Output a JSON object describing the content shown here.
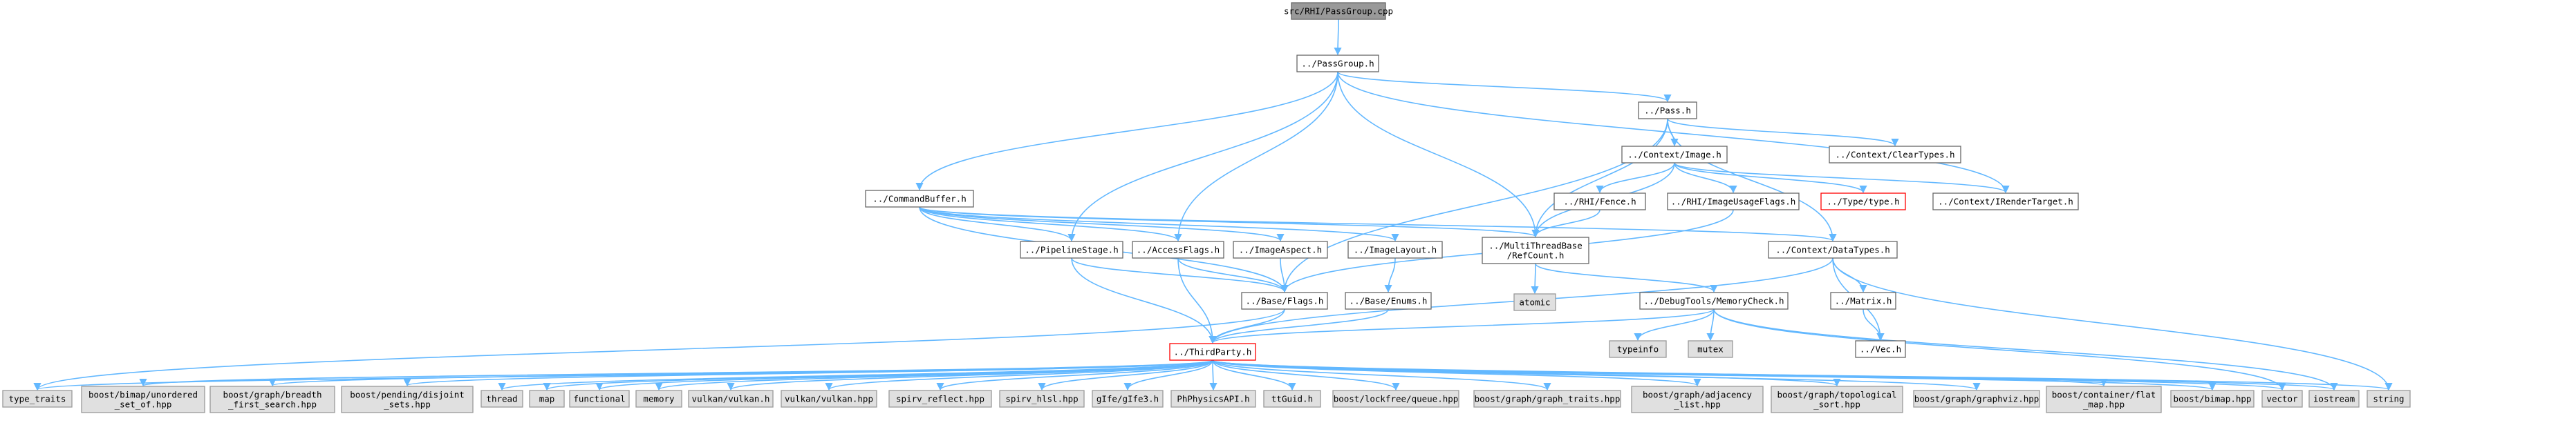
{
  "colors": {
    "background": "#ffffff",
    "edge": "#63b8ff",
    "node_fill": "#ffffff",
    "node_stroke": "#666666",
    "root_fill": "#999999",
    "root_stroke": "#666666",
    "system_fill": "#e0e0e0",
    "system_stroke": "#999999",
    "missing_stroke": "#ff0000"
  },
  "nodes": [
    {
      "id": "root",
      "lines": [
        "src/RHI/PassGroup.cpp"
      ],
      "kind": "root"
    },
    {
      "id": "passgroup",
      "lines": [
        "../PassGroup.h"
      ],
      "kind": "normal"
    },
    {
      "id": "pass",
      "lines": [
        "../Pass.h"
      ],
      "kind": "normal"
    },
    {
      "id": "ctximage",
      "lines": [
        "../Context/Image.h"
      ],
      "kind": "normal"
    },
    {
      "id": "cleartypes",
      "lines": [
        "../Context/ClearTypes.h"
      ],
      "kind": "normal"
    },
    {
      "id": "irender",
      "lines": [
        "../Context/IRenderTarget.h"
      ],
      "kind": "normal"
    },
    {
      "id": "cmdbuf",
      "lines": [
        "../CommandBuffer.h"
      ],
      "kind": "normal"
    },
    {
      "id": "fence",
      "lines": [
        "../RHI/Fence.h"
      ],
      "kind": "normal"
    },
    {
      "id": "usage",
      "lines": [
        "../RHI/ImageUsageFlags.h"
      ],
      "kind": "normal"
    },
    {
      "id": "typeh",
      "lines": [
        "../Type/type.h"
      ],
      "kind": "missing"
    },
    {
      "id": "pipeline",
      "lines": [
        "../PipelineStage.h"
      ],
      "kind": "normal"
    },
    {
      "id": "access",
      "lines": [
        "../AccessFlags.h"
      ],
      "kind": "normal"
    },
    {
      "id": "aspect",
      "lines": [
        "../ImageAspect.h"
      ],
      "kind": "normal"
    },
    {
      "id": "layout",
      "lines": [
        "../ImageLayout.h"
      ],
      "kind": "normal"
    },
    {
      "id": "refcount",
      "lines": [
        "../MultiThreadBase",
        "/RefCount.h"
      ],
      "kind": "normal"
    },
    {
      "id": "datatypes",
      "lines": [
        "../Context/DataTypes.h"
      ],
      "kind": "normal"
    },
    {
      "id": "flags",
      "lines": [
        "../Base/Flags.h"
      ],
      "kind": "normal"
    },
    {
      "id": "atomic",
      "lines": [
        "atomic"
      ],
      "kind": "system"
    },
    {
      "id": "enums",
      "lines": [
        "../Base/Enums.h"
      ],
      "kind": "normal"
    },
    {
      "id": "memcheck",
      "lines": [
        "../DebugTools/MemoryCheck.h"
      ],
      "kind": "normal"
    },
    {
      "id": "matrix",
      "lines": [
        "../Matrix.h"
      ],
      "kind": "normal"
    },
    {
      "id": "thirdparty",
      "lines": [
        "../ThirdParty.h"
      ],
      "kind": "missing"
    },
    {
      "id": "typeinfo",
      "lines": [
        "typeinfo"
      ],
      "kind": "system"
    },
    {
      "id": "mutex",
      "lines": [
        "mutex"
      ],
      "kind": "system"
    },
    {
      "id": "vech",
      "lines": [
        "../Vec.h"
      ],
      "kind": "normal"
    },
    {
      "id": "s_type_traits",
      "lines": [
        "type_traits"
      ],
      "kind": "system"
    },
    {
      "id": "s_bimap_unordered",
      "lines": [
        "boost/bimap/unordered",
        "_set_of.hpp"
      ],
      "kind": "system"
    },
    {
      "id": "s_breadth",
      "lines": [
        "boost/graph/breadth",
        "_first_search.hpp"
      ],
      "kind": "system"
    },
    {
      "id": "s_disjoint",
      "lines": [
        "boost/pending/disjoint",
        "_sets.hpp"
      ],
      "kind": "system"
    },
    {
      "id": "s_thread",
      "lines": [
        "thread"
      ],
      "kind": "system"
    },
    {
      "id": "s_map",
      "lines": [
        "map"
      ],
      "kind": "system"
    },
    {
      "id": "s_functional",
      "lines": [
        "functional"
      ],
      "kind": "system"
    },
    {
      "id": "s_memory",
      "lines": [
        "memory"
      ],
      "kind": "system"
    },
    {
      "id": "s_vulkan_h",
      "lines": [
        "vulkan/vulkan.h"
      ],
      "kind": "system"
    },
    {
      "id": "s_vulkan_hpp",
      "lines": [
        "vulkan/vulkan.hpp"
      ],
      "kind": "system"
    },
    {
      "id": "s_spirv_reflect",
      "lines": [
        "spirv_reflect.hpp"
      ],
      "kind": "system"
    },
    {
      "id": "s_spirv_hlsl",
      "lines": [
        "spirv_hlsl.hpp"
      ],
      "kind": "system"
    },
    {
      "id": "s_gif",
      "lines": [
        "gIfe/gIfe3.h"
      ],
      "kind": "system"
    },
    {
      "id": "s_physics",
      "lines": [
        "PhPhysicsAPI.h"
      ],
      "kind": "system"
    },
    {
      "id": "s_ttguid",
      "lines": [
        "ttGuid.h"
      ],
      "kind": "system"
    },
    {
      "id": "s_lockfree",
      "lines": [
        "boost/lockfree/queue.hpp"
      ],
      "kind": "system"
    },
    {
      "id": "s_graph_traits",
      "lines": [
        "boost/graph/graph_traits.hpp"
      ],
      "kind": "system"
    },
    {
      "id": "s_adjacency",
      "lines": [
        "boost/graph/adjacency",
        "_list.hpp"
      ],
      "kind": "system"
    },
    {
      "id": "s_topological",
      "lines": [
        "boost/graph/topological",
        "_sort.hpp"
      ],
      "kind": "system"
    },
    {
      "id": "s_graphviz",
      "lines": [
        "boost/graph/graphviz.hpp"
      ],
      "kind": "system"
    },
    {
      "id": "s_flatmap",
      "lines": [
        "boost/container/flat",
        "_map.hpp"
      ],
      "kind": "system"
    },
    {
      "id": "s_bimap",
      "lines": [
        "boost/bimap.hpp"
      ],
      "kind": "system"
    },
    {
      "id": "s_vector",
      "lines": [
        "vector"
      ],
      "kind": "system"
    },
    {
      "id": "s_iostream",
      "lines": [
        "iostream"
      ],
      "kind": "system"
    },
    {
      "id": "s_string",
      "lines": [
        "string"
      ],
      "kind": "system"
    }
  ],
  "edges": [
    [
      "root",
      "passgroup"
    ],
    [
      "passgroup",
      "pass"
    ],
    [
      "passgroup",
      "cmdbuf"
    ],
    [
      "passgroup",
      "irender"
    ],
    [
      "passgroup",
      "pipeline"
    ],
    [
      "passgroup",
      "access"
    ],
    [
      "passgroup",
      "refcount"
    ],
    [
      "pass",
      "ctximage"
    ],
    [
      "pass",
      "cleartypes"
    ],
    [
      "pass",
      "refcount"
    ],
    [
      "pass",
      "datatypes"
    ],
    [
      "pass",
      "flags"
    ],
    [
      "ctximage",
      "fence"
    ],
    [
      "ctximage",
      "usage"
    ],
    [
      "ctximage",
      "typeh"
    ],
    [
      "ctximage",
      "irender"
    ],
    [
      "ctximage",
      "refcount"
    ],
    [
      "cmdbuf",
      "pipeline"
    ],
    [
      "cmdbuf",
      "access"
    ],
    [
      "cmdbuf",
      "aspect"
    ],
    [
      "cmdbuf",
      "layout"
    ],
    [
      "cmdbuf",
      "refcount"
    ],
    [
      "cmdbuf",
      "datatypes"
    ],
    [
      "cmdbuf",
      "flags"
    ],
    [
      "fence",
      "refcount"
    ],
    [
      "usage",
      "flags"
    ],
    [
      "pipeline",
      "flags"
    ],
    [
      "pipeline",
      "thirdparty"
    ],
    [
      "access",
      "flags"
    ],
    [
      "access",
      "thirdparty"
    ],
    [
      "aspect",
      "flags"
    ],
    [
      "layout",
      "enums"
    ],
    [
      "refcount",
      "atomic"
    ],
    [
      "refcount",
      "memcheck"
    ],
    [
      "datatypes",
      "thirdparty"
    ],
    [
      "datatypes",
      "matrix"
    ],
    [
      "datatypes",
      "vech"
    ],
    [
      "datatypes",
      "s_string"
    ],
    [
      "flags",
      "thirdparty"
    ],
    [
      "flags",
      "s_type_traits"
    ],
    [
      "enums",
      "thirdparty"
    ],
    [
      "memcheck",
      "thirdparty"
    ],
    [
      "memcheck",
      "typeinfo"
    ],
    [
      "memcheck",
      "mutex"
    ],
    [
      "memcheck",
      "s_iostream"
    ],
    [
      "memcheck",
      "s_vector"
    ],
    [
      "matrix",
      "vech"
    ],
    [
      "thirdparty",
      "s_type_traits"
    ],
    [
      "thirdparty",
      "s_bimap_unordered"
    ],
    [
      "thirdparty",
      "s_breadth"
    ],
    [
      "thirdparty",
      "s_disjoint"
    ],
    [
      "thirdparty",
      "s_thread"
    ],
    [
      "thirdparty",
      "s_map"
    ],
    [
      "thirdparty",
      "s_functional"
    ],
    [
      "thirdparty",
      "s_memory"
    ],
    [
      "thirdparty",
      "s_vulkan_h"
    ],
    [
      "thirdparty",
      "s_vulkan_hpp"
    ],
    [
      "thirdparty",
      "s_spirv_reflect"
    ],
    [
      "thirdparty",
      "s_spirv_hlsl"
    ],
    [
      "thirdparty",
      "s_gif"
    ],
    [
      "thirdparty",
      "s_physics"
    ],
    [
      "thirdparty",
      "s_ttguid"
    ],
    [
      "thirdparty",
      "s_lockfree"
    ],
    [
      "thirdparty",
      "s_graph_traits"
    ],
    [
      "thirdparty",
      "s_adjacency"
    ],
    [
      "thirdparty",
      "s_topological"
    ],
    [
      "thirdparty",
      "s_graphviz"
    ],
    [
      "thirdparty",
      "s_flatmap"
    ],
    [
      "thirdparty",
      "s_bimap"
    ],
    [
      "thirdparty",
      "s_vector"
    ],
    [
      "thirdparty",
      "s_iostream"
    ],
    [
      "thirdparty",
      "s_string"
    ]
  ]
}
